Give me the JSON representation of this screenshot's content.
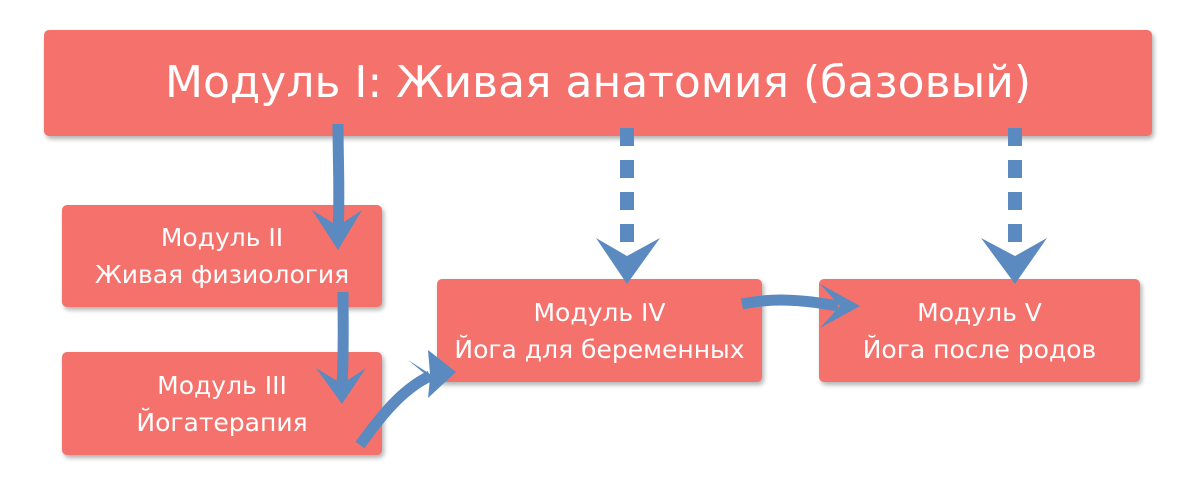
{
  "diagram": {
    "main_module": {
      "label": "Модуль I: Живая анатомия (базовый)"
    },
    "module_2": {
      "title": "Модуль II",
      "subtitle": "Живая физиология"
    },
    "module_3": {
      "title": "Модуль III",
      "subtitle": "Йогатерапия"
    },
    "module_4": {
      "title": "Модуль IV",
      "subtitle": "Йога для беременных"
    },
    "module_5": {
      "title": "Модуль V",
      "subtitle": "Йога после родов"
    }
  },
  "colors": {
    "box_fill": "#f4716c",
    "arrow": "#5b8ac0",
    "text": "#ffffff"
  },
  "connections": [
    {
      "from": "main_module",
      "to": "module_2",
      "style": "solid"
    },
    {
      "from": "main_module",
      "to": "module_4",
      "style": "dashed"
    },
    {
      "from": "main_module",
      "to": "module_5",
      "style": "dashed"
    },
    {
      "from": "module_2",
      "to": "module_3",
      "style": "solid"
    },
    {
      "from": "module_3",
      "to": "module_4",
      "style": "solid"
    },
    {
      "from": "module_4",
      "to": "module_5",
      "style": "solid"
    }
  ]
}
